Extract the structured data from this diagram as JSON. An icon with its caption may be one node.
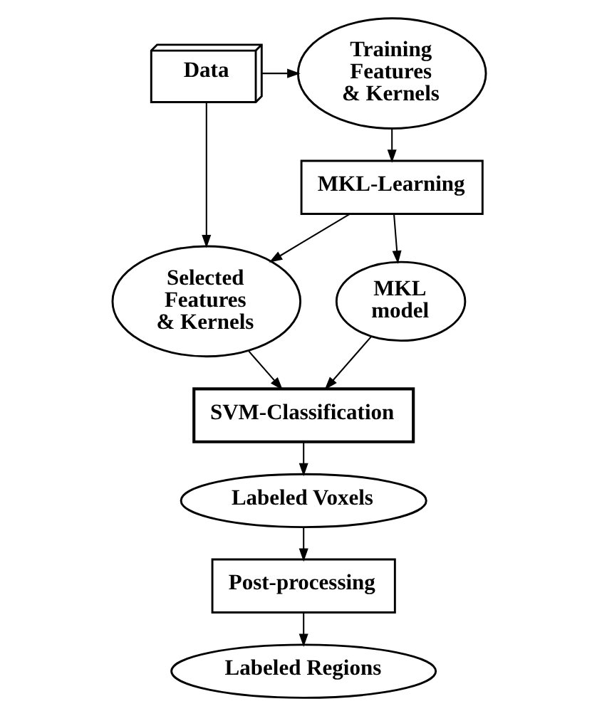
{
  "diagram": {
    "nodes": [
      {
        "text": [
          "Data"
        ]
      },
      {
        "text": [
          "Training Features & Kernels"
        ]
      },
      {
        "text": [
          "MKL-Learning"
        ]
      },
      {
        "text": [
          "Selected Features & Kernels"
        ]
      },
      {
        "text": [
          "MKL model"
        ]
      },
      {
        "text": [
          "SVM-Classification"
        ]
      },
      {
        "text": [
          "Labeled Voxels"
        ]
      },
      {
        "text": [
          "Post-processing"
        ]
      },
      {
        "text": [
          "Labeled Regions"
        ]
      }
    ],
    "edges": [
      {
        "from": 0,
        "to": 1,
        "arrow": "to"
      },
      {
        "from": 1,
        "to": 2,
        "arrow": "to"
      },
      {
        "from": 0,
        "to": 3,
        "arrow": "to"
      },
      {
        "from": 2,
        "to": 3,
        "arrow": "to"
      },
      {
        "from": 2,
        "to": 4,
        "arrow": "to"
      },
      {
        "from": 3,
        "to": 5,
        "arrow": "to"
      },
      {
        "from": 4,
        "to": 5,
        "arrow": "to"
      },
      {
        "from": 5,
        "to": 6,
        "arrow": "to"
      },
      {
        "from": 6,
        "to": 7,
        "arrow": "to"
      },
      {
        "from": 7,
        "to": 8,
        "arrow": "to"
      }
    ]
  }
}
